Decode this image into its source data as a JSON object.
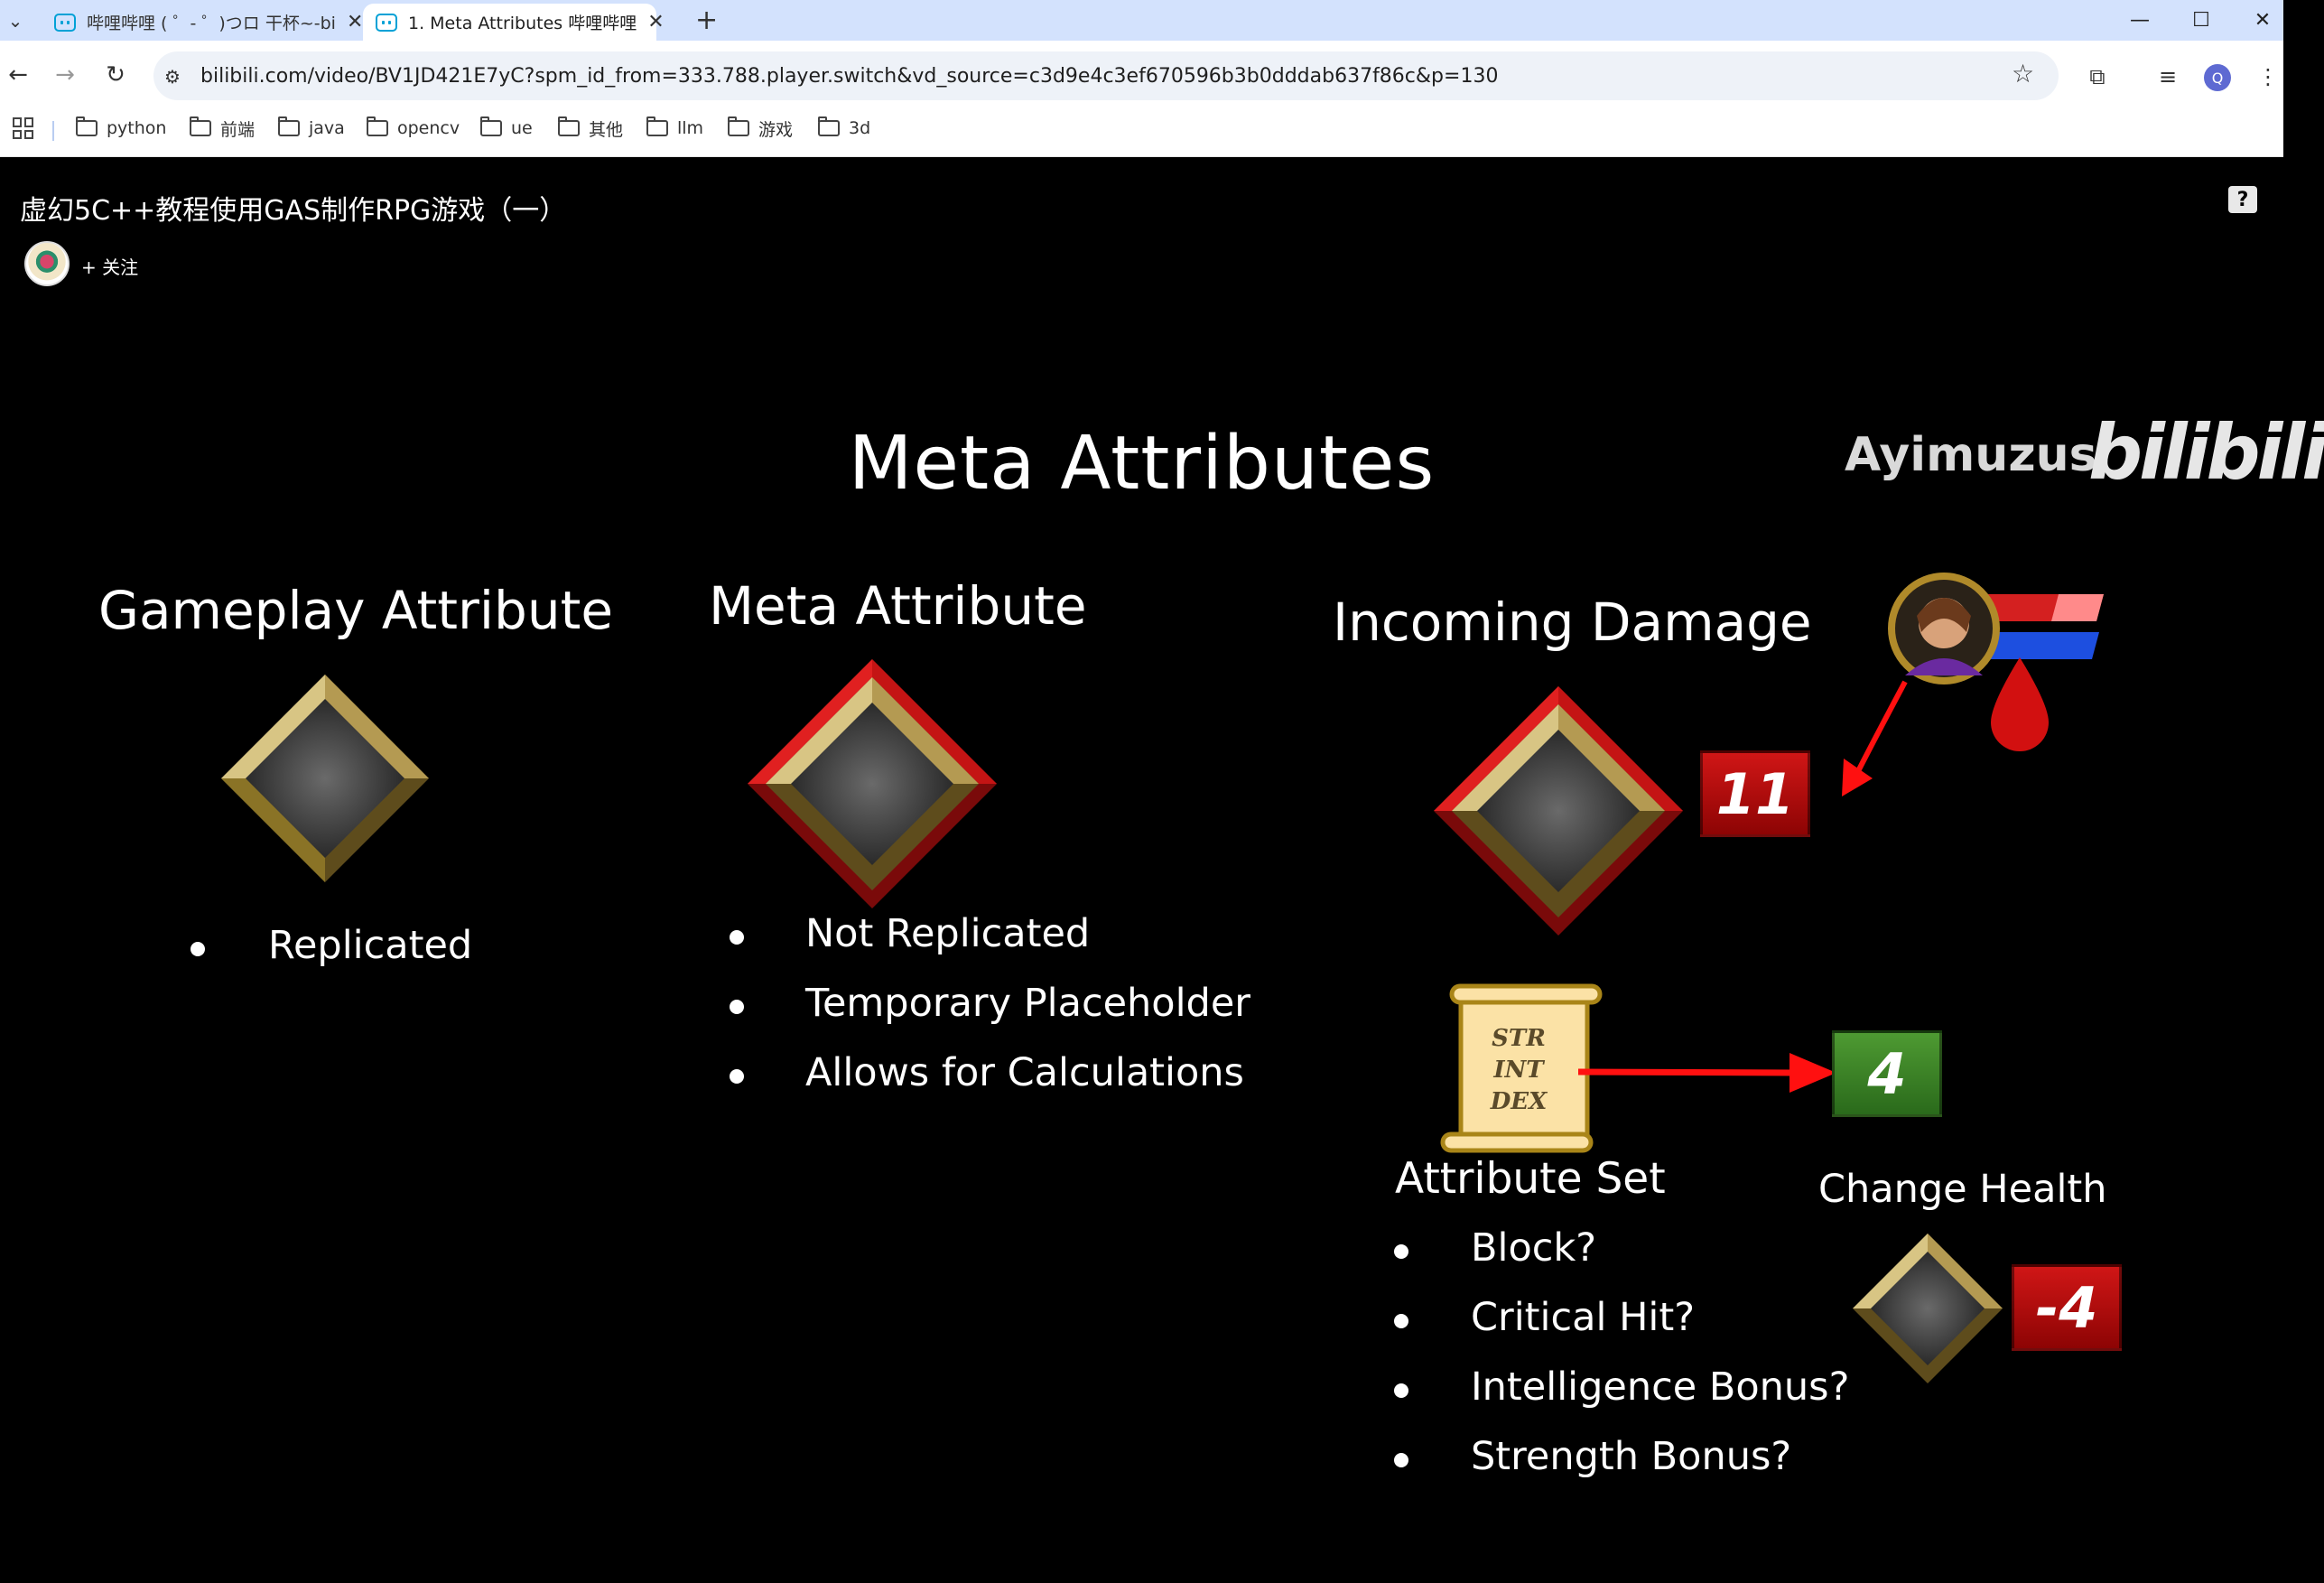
{
  "browser": {
    "tabs": [
      {
        "title": "哔哩哔哩 ( ゜- ゜)つロ 干杯~-bi",
        "close": "✕"
      },
      {
        "title": "1. Meta Attributes 哔哩哔哩",
        "close": "✕"
      }
    ],
    "new_tab": "+",
    "window": {
      "minimize": "—",
      "maximize": "☐",
      "close": "✕"
    },
    "url": "bilibili.com/video/BV1JD421E7yC?spm_id_from=333.788.player.switch&vd_source=c3d9e4c3ef670596b3b0dddab637f86c&p=130",
    "profile_initial": "Q",
    "bookmarks": [
      "python",
      "前端",
      "java",
      "opencv",
      "ue",
      "其他",
      "llm",
      "游戏",
      "3d"
    ]
  },
  "video": {
    "title": "虚幻5C++教程使用GAS制作RPG游戏（一）",
    "follow_label": "+ 关注",
    "help": "?"
  },
  "slide": {
    "title": "Meta Attributes",
    "watermark": "Ayimuzus",
    "logo_text": "bilibili",
    "gameplay": {
      "heading": "Gameplay Attribute",
      "bullets": [
        "Replicated"
      ]
    },
    "meta": {
      "heading": "Meta Attribute",
      "bullets": [
        "Not Replicated",
        "Temporary Placeholder",
        "Allows for Calculations"
      ]
    },
    "incoming": {
      "heading": "Incoming Damage",
      "damage_value": "11"
    },
    "attribute_set": {
      "heading": "Attribute Set",
      "scroll_lines": [
        "STR",
        "INT",
        "DEX"
      ],
      "result_value": "4",
      "bullets": [
        "Block?",
        "Critical Hit?",
        "Intelligence Bonus?",
        "Strength Bonus?"
      ]
    },
    "change_health": {
      "heading": "Change Health",
      "value": "-4"
    }
  },
  "colors": {
    "tab_strip": "#d3e2fd",
    "gold_frame": "#b8963c",
    "red_frame": "#c41414",
    "badge_red": "#c01010",
    "badge_green": "#3d8a2a",
    "arrow_red": "#ff1010"
  }
}
